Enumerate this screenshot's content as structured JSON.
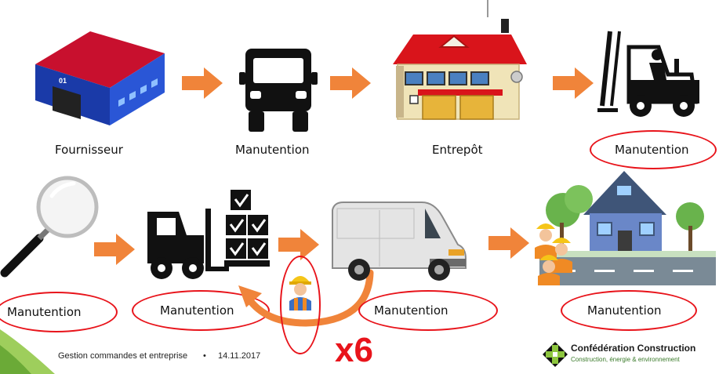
{
  "row1": {
    "supplier_label": "Fournisseur",
    "truck_label": "Manutention",
    "warehouse_label": "Entrepôt",
    "forklift_label": "Manutention"
  },
  "row2": {
    "inspection_label": "Manutention",
    "picking_label": "Manutention",
    "van_label": "Manutention",
    "delivery_label": "Manutention"
  },
  "multiplier": "x6",
  "building_number": "01",
  "footer": {
    "text": "Gestion commandes et entreprise",
    "separator": "•",
    "date": "14.11.2017"
  },
  "logo": {
    "name": "Confédération Construction",
    "tagline": "Construction, énergie & environnement"
  },
  "colors": {
    "arrow": "#f0843a",
    "highlight": "#e8141b",
    "accent_green": "#8dc63f"
  }
}
